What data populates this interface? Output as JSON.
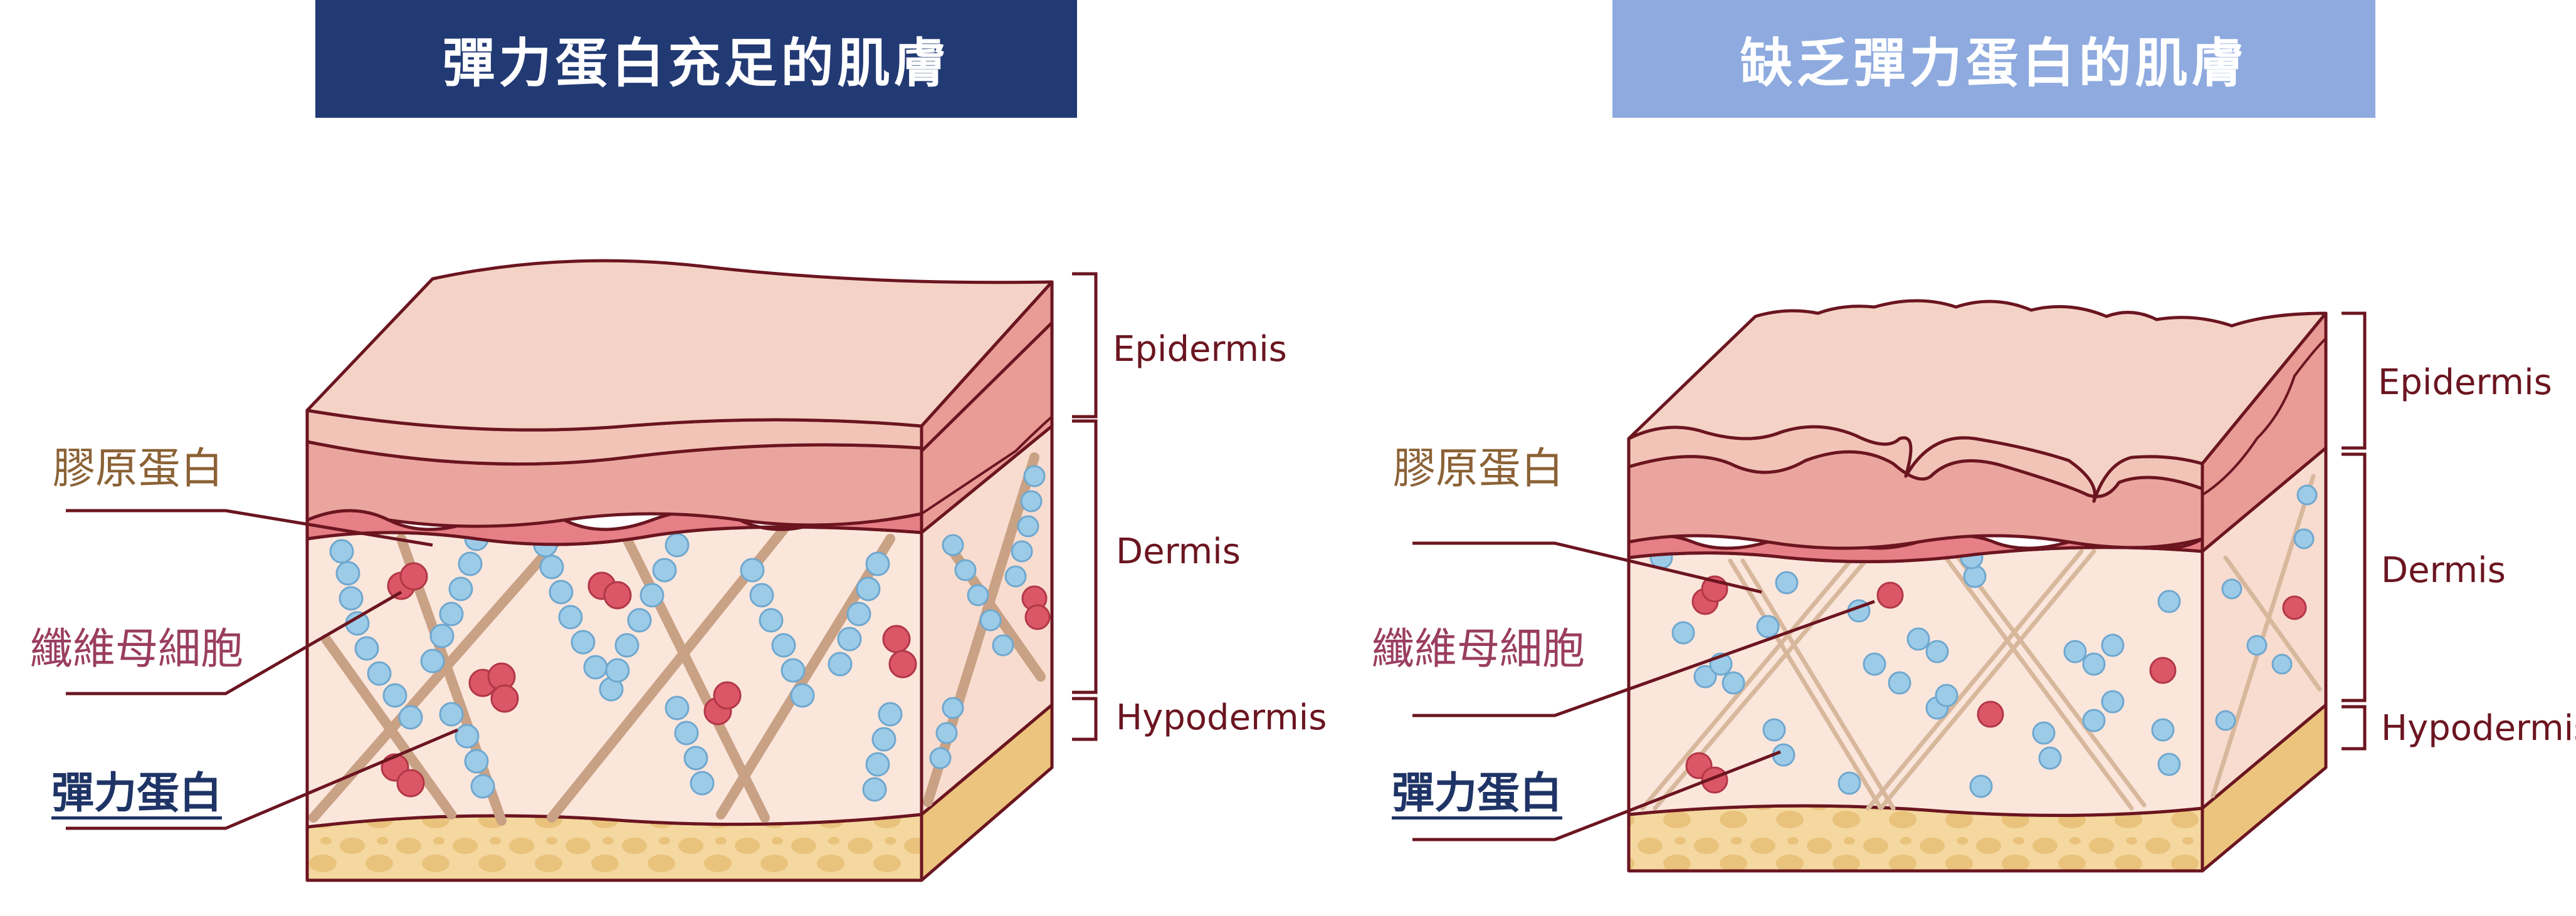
{
  "banners": {
    "left": {
      "title": "彈力蛋白充足的肌膚",
      "color": "#223a74"
    },
    "right": {
      "title": "缺乏彈力蛋白的肌膚",
      "color": "#8eaadf"
    }
  },
  "labels": {
    "collagen": "膠原蛋白",
    "fibroblast": "纖維母細胞",
    "elastin": "彈力蛋白"
  },
  "layers": {
    "epidermis": "Epidermis",
    "dermis": "Dermis",
    "hypodermis": "Hypodermis"
  },
  "colors": {
    "outline": "#6b1520",
    "epidermis_top": "#f4d3c6",
    "epidermis_mid": "#eba59f",
    "dermis": "#fbe6dc",
    "hypodermis": "#f4d8a0",
    "collagen_fiber": "#c9a184",
    "elastin_bead": "#9ccbe8",
    "fibroblast_cell": "#db5666"
  }
}
